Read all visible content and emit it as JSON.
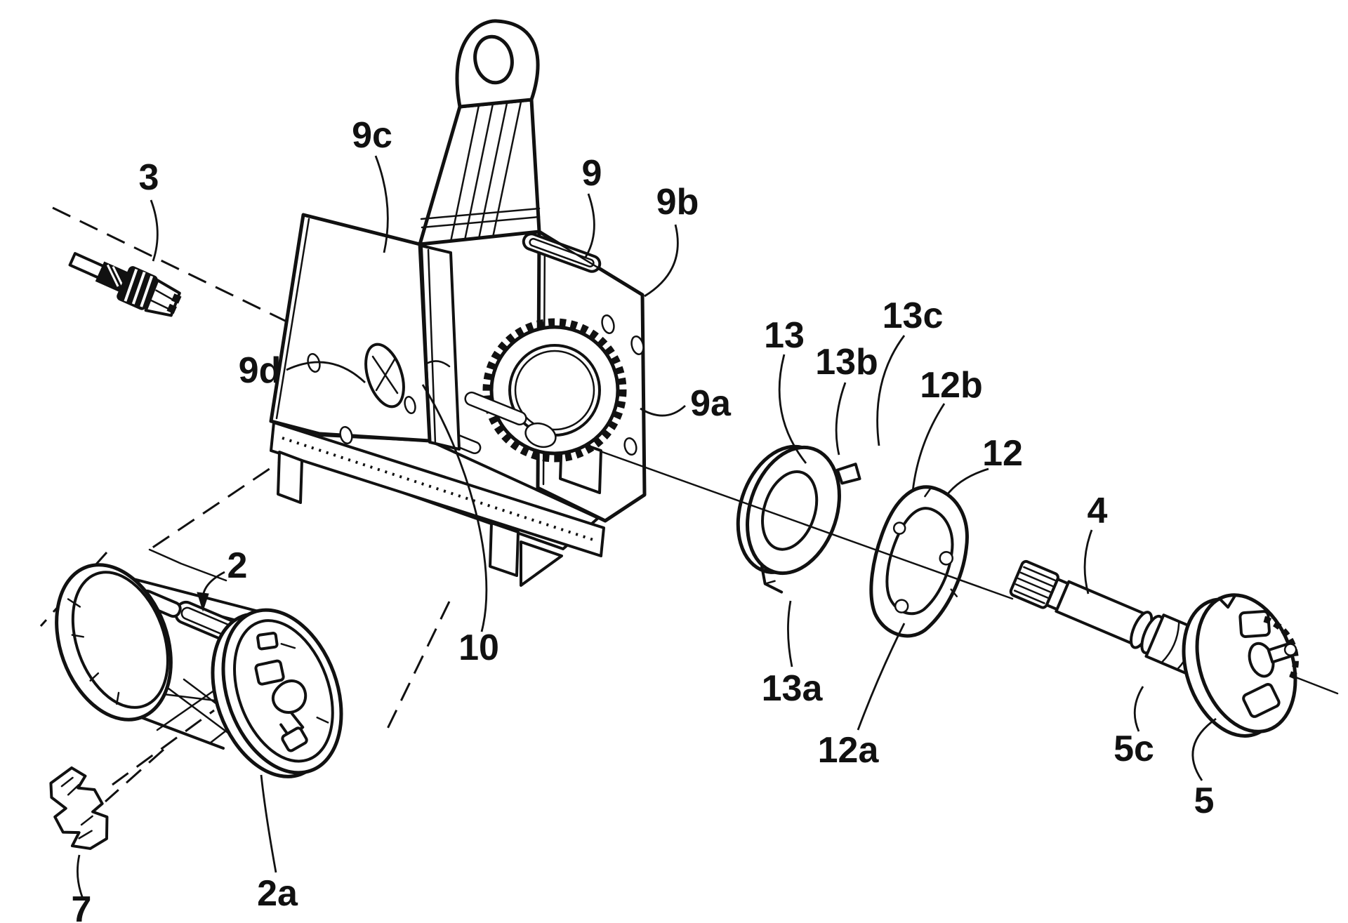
{
  "figure": {
    "kind": "patent-exploded-assembly-drawing",
    "background_color": "#ffffff",
    "ink_color": "#111111"
  },
  "labels": {
    "l2": "2",
    "l2a": "2a",
    "l3": "3",
    "l4": "4",
    "l5": "5",
    "l5c": "5c",
    "l7": "7",
    "l9": "9",
    "l9a": "9a",
    "l9b": "9b",
    "l9c": "9c",
    "l9d": "9d",
    "l10": "10",
    "l12": "12",
    "l12a": "12a",
    "l12b": "12b",
    "l13": "13",
    "l13a": "13a",
    "l13b": "13b",
    "l13c": "13c"
  }
}
